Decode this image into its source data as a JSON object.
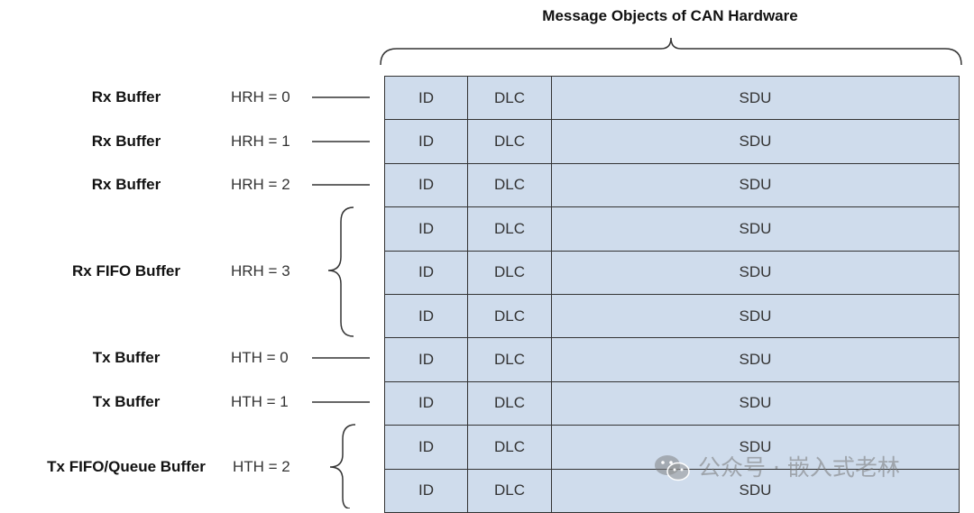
{
  "title": "Message Objects of CAN Hardware",
  "groups": [
    {
      "label": "Rx Buffer",
      "handle": "HRH = 0"
    },
    {
      "label": "Rx Buffer",
      "handle": "HRH = 1"
    },
    {
      "label": "Rx Buffer",
      "handle": "HRH = 2"
    },
    {
      "label": "Rx FIFO Buffer",
      "handle": "HRH = 3"
    },
    {
      "label": "Tx Buffer",
      "handle": "HTH = 0"
    },
    {
      "label": "Tx Buffer",
      "handle": "HTH = 1"
    },
    {
      "label": "Tx FIFO/Queue Buffer",
      "handle": "HTH = 2"
    }
  ],
  "columns": [
    "ID",
    "DLC",
    "SDU"
  ],
  "rows": [
    [
      "ID",
      "DLC",
      "SDU"
    ],
    [
      "ID",
      "DLC",
      "SDU"
    ],
    [
      "ID",
      "DLC",
      "SDU"
    ],
    [
      "ID",
      "DLC",
      "SDU"
    ],
    [
      "ID",
      "DLC",
      "SDU"
    ],
    [
      "ID",
      "DLC",
      "SDU"
    ],
    [
      "ID",
      "DLC",
      "SDU"
    ],
    [
      "ID",
      "DLC",
      "SDU"
    ],
    [
      "ID",
      "DLC",
      "SDU"
    ],
    [
      "ID",
      "DLC",
      "SDU"
    ]
  ],
  "watermark": {
    "text": "公众号 · 嵌入式老林",
    "icon": "wechat-icon"
  },
  "colors": {
    "cell_fill": "#cfdcec",
    "border": "#333333"
  }
}
